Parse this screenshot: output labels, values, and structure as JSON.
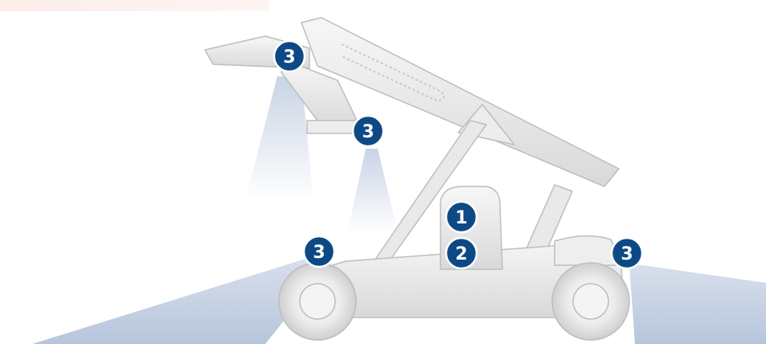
{
  "diagram": {
    "markers": [
      {
        "id": "badge-1",
        "label": "1"
      },
      {
        "id": "badge-2",
        "label": "2"
      },
      {
        "id": "badge-3-attachment-left",
        "label": "3"
      },
      {
        "id": "badge-3-attachment-right",
        "label": "3"
      },
      {
        "id": "badge-3-front",
        "label": "3"
      },
      {
        "id": "badge-3-rear",
        "label": "3"
      }
    ]
  },
  "colors": {
    "badge_fill": "#0d4a85",
    "badge_stroke": "#ffffff",
    "light_beam": "#b7c5dc",
    "vehicle_body": "#e6e6e6",
    "vehicle_outline": "#bdbdbd",
    "top_bar": "#fdeeea"
  },
  "icons": {
    "vehicle": "reach-stacker-icon",
    "beam": "camera-field-of-view"
  }
}
